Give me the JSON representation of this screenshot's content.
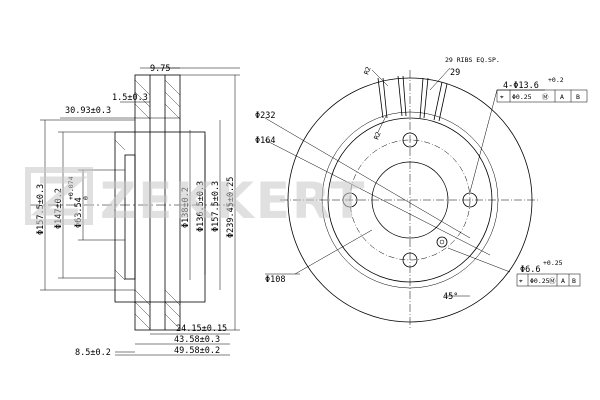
{
  "brand": "ZEKKERT",
  "side_view": {
    "top": [
      "9.75",
      "1.5±0.3",
      "30.93±0.3"
    ],
    "verticals": [
      "Φ157.5±0.3",
      "Φ147±0.2",
      "Φ63.54",
      "Φ138±0.2",
      "Φ136.5±0.3",
      "Φ157.5±0.3",
      "Φ239.45±0.25"
    ],
    "bore_tol_upper": "+0.074",
    "bore_tol_lower": "0",
    "bottom": [
      "24.15±0.15",
      "43.58±0.3",
      "8.5±0.2",
      "49.58±0.2"
    ]
  },
  "front_view": {
    "ribs_note": "29 RIBS EQ.SP.",
    "ribs_count": "29",
    "r2_a": "R2",
    "r2_b": "R2",
    "d232": "Φ232",
    "d164": "Φ164",
    "d108": "Φ108",
    "holes_4": "4-Φ13.6",
    "holes_4_tol": "+0.2",
    "hole_small": "Φ6.6",
    "hole_small_tol": "+0.25",
    "angle": "45°",
    "fcf_top": {
      "symbol": "⌖",
      "value": "Φ0.25",
      "mod": "Ⓜ",
      "datum_a": "A",
      "datum_b": "B"
    },
    "fcf_bottom": {
      "symbol": "⌖",
      "value": "Φ0.25",
      "mod": "Ⓜ",
      "datum_a": "A",
      "datum_b": "B"
    }
  }
}
